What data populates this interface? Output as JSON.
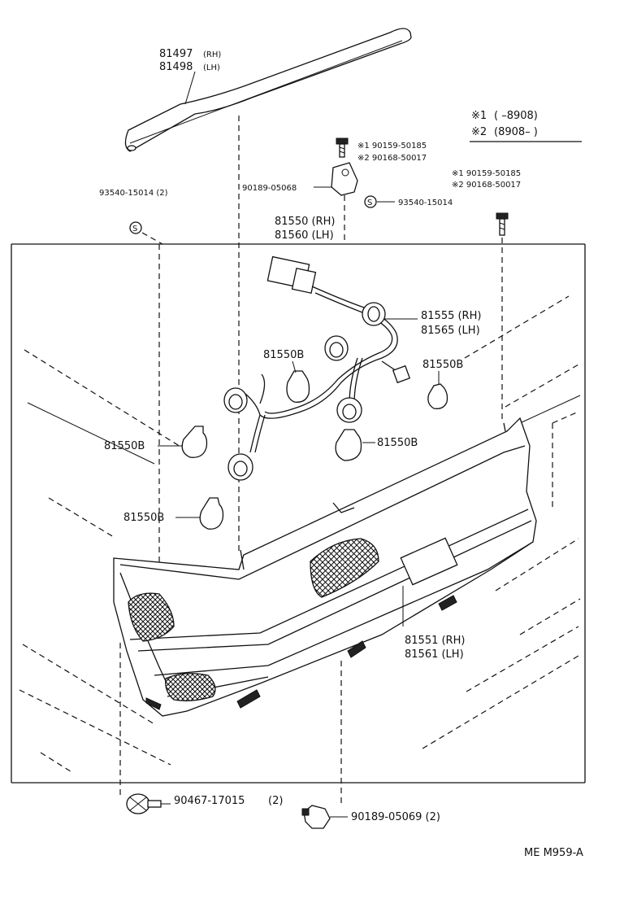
{
  "labels": {
    "molding_rh": "81497",
    "molding_rh_side": "(RH)",
    "molding_lh": "81498",
    "molding_lh_side": "(LH)",
    "legend_1_mark": "※1",
    "legend_1_text": "(      –8908)",
    "legend_2_mark": "※2",
    "legend_2_text": "(8908–        )",
    "screw_a_1": "※1 90159-50185",
    "screw_a_2": "※2 90168-50017",
    "screw_b_1": "※1 90159-50185",
    "screw_b_2": "※2 90168-50017",
    "bracket": "90189-05068",
    "nut_left": "93540-15014 (2)",
    "nut_center": "93540-15014",
    "lamp_assy_rh": "81550 (RH)",
    "lamp_assy_lh": "81560 (LH)",
    "socket_rh": "81555 (RH)",
    "socket_lh": "81565 (LH)",
    "bulb_1": "81550B",
    "bulb_2": "81550B",
    "bulb_3": "81550B",
    "bulb_4": "81550B",
    "bulb_5": "81550B",
    "lens_rh": "81551 (RH)",
    "lens_lh": "81561 (LH)",
    "screw_bottom": "90467-17015",
    "screw_bottom_qty": "(2)",
    "clip_bottom": "90189-05069 (2)",
    "drawing_code": "ME  M959-A"
  },
  "icons": {
    "nut_symbol": "S"
  }
}
